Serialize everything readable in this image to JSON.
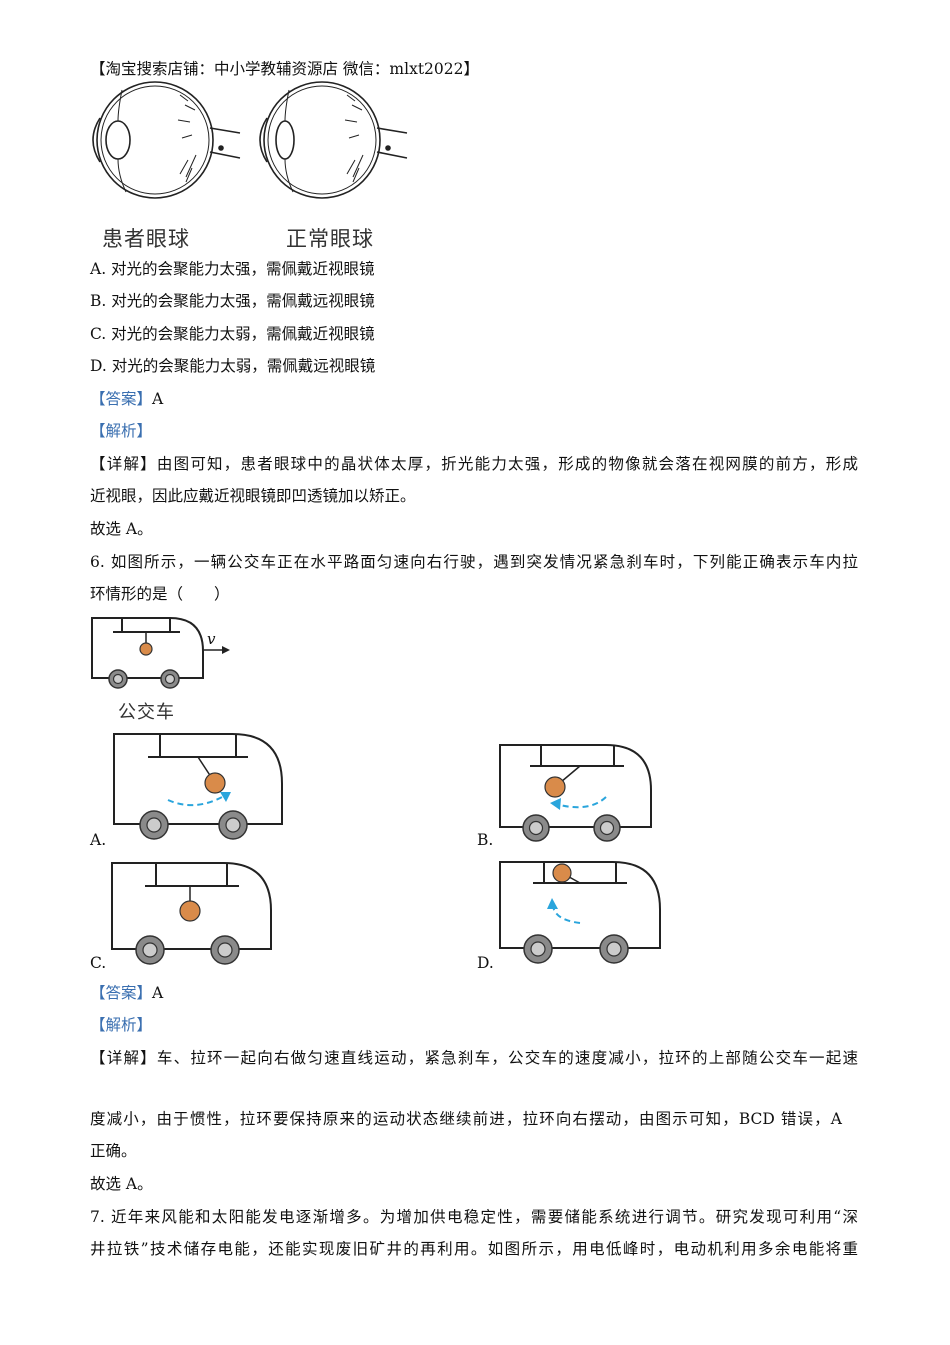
{
  "header_note": "【淘宝搜索店铺：中小学教辅资源店 微信：mlxt2022】",
  "q5": {
    "figure_captions": [
      "患者眼球",
      "正常眼球"
    ],
    "options": [
      "A. 对光的会聚能力太强，需佩戴近视眼镜",
      "B. 对光的会聚能力太强，需佩戴远视眼镜",
      "C. 对光的会聚能力太弱，需佩戴近视眼镜",
      "D. 对光的会聚能力太弱，需佩戴远视眼镜"
    ],
    "answer_tag": "【答案】",
    "answer": "A",
    "analysis_tag": "【解析】",
    "detail_lines": [
      "【详解】由图可知，患者眼球中的晶状体太厚，折光能力太强，形成的物像就会落在视网膜的前方，形成",
      "近视眼，因此应戴近视眼镜即凹透镜加以矫正。"
    ],
    "conclusion": "故选 A。"
  },
  "q6": {
    "stem_lines": [
      "6. 如图所示，一辆公交车正在水平路面匀速向右行驶，遇到突发情况紧急刹车时，下列能正确表示车内拉",
      "环情形的是（　　）"
    ],
    "figure_caption": "公交车",
    "velocity_label": "v",
    "option_labels": [
      "A.",
      "B.",
      "C.",
      "D."
    ],
    "answer_tag": "【答案】",
    "answer": "A",
    "analysis_tag": "【解析】",
    "detail_lines": [
      "【详解】车、拉环一起向右做匀速直线运动，紧急刹车，公交车的速度减小，拉环的上部随公交车一起速",
      "度减小，由于惯性，拉环要保持原来的运动状态继续前进，拉环向右摆动，由图示可知，BCD 错误，A",
      "正确。"
    ],
    "conclusion": "故选 A。"
  },
  "q7": {
    "stem_lines": [
      "7. 近年来风能和太阳能发电逐渐增多。为增加供电稳定性，需要储能系统进行调节。研究发现可利用“深",
      "井拉铁”技术储存电能，还能实现废旧矿井的再利用。如图所示，用电低峰时，电动机利用多余电能将重"
    ]
  },
  "colors": {
    "tag_blue": "#3a6fb0",
    "ball": "#d98b4a",
    "arrow": "#2aa5dc",
    "wheel": "#8a8a8a"
  }
}
